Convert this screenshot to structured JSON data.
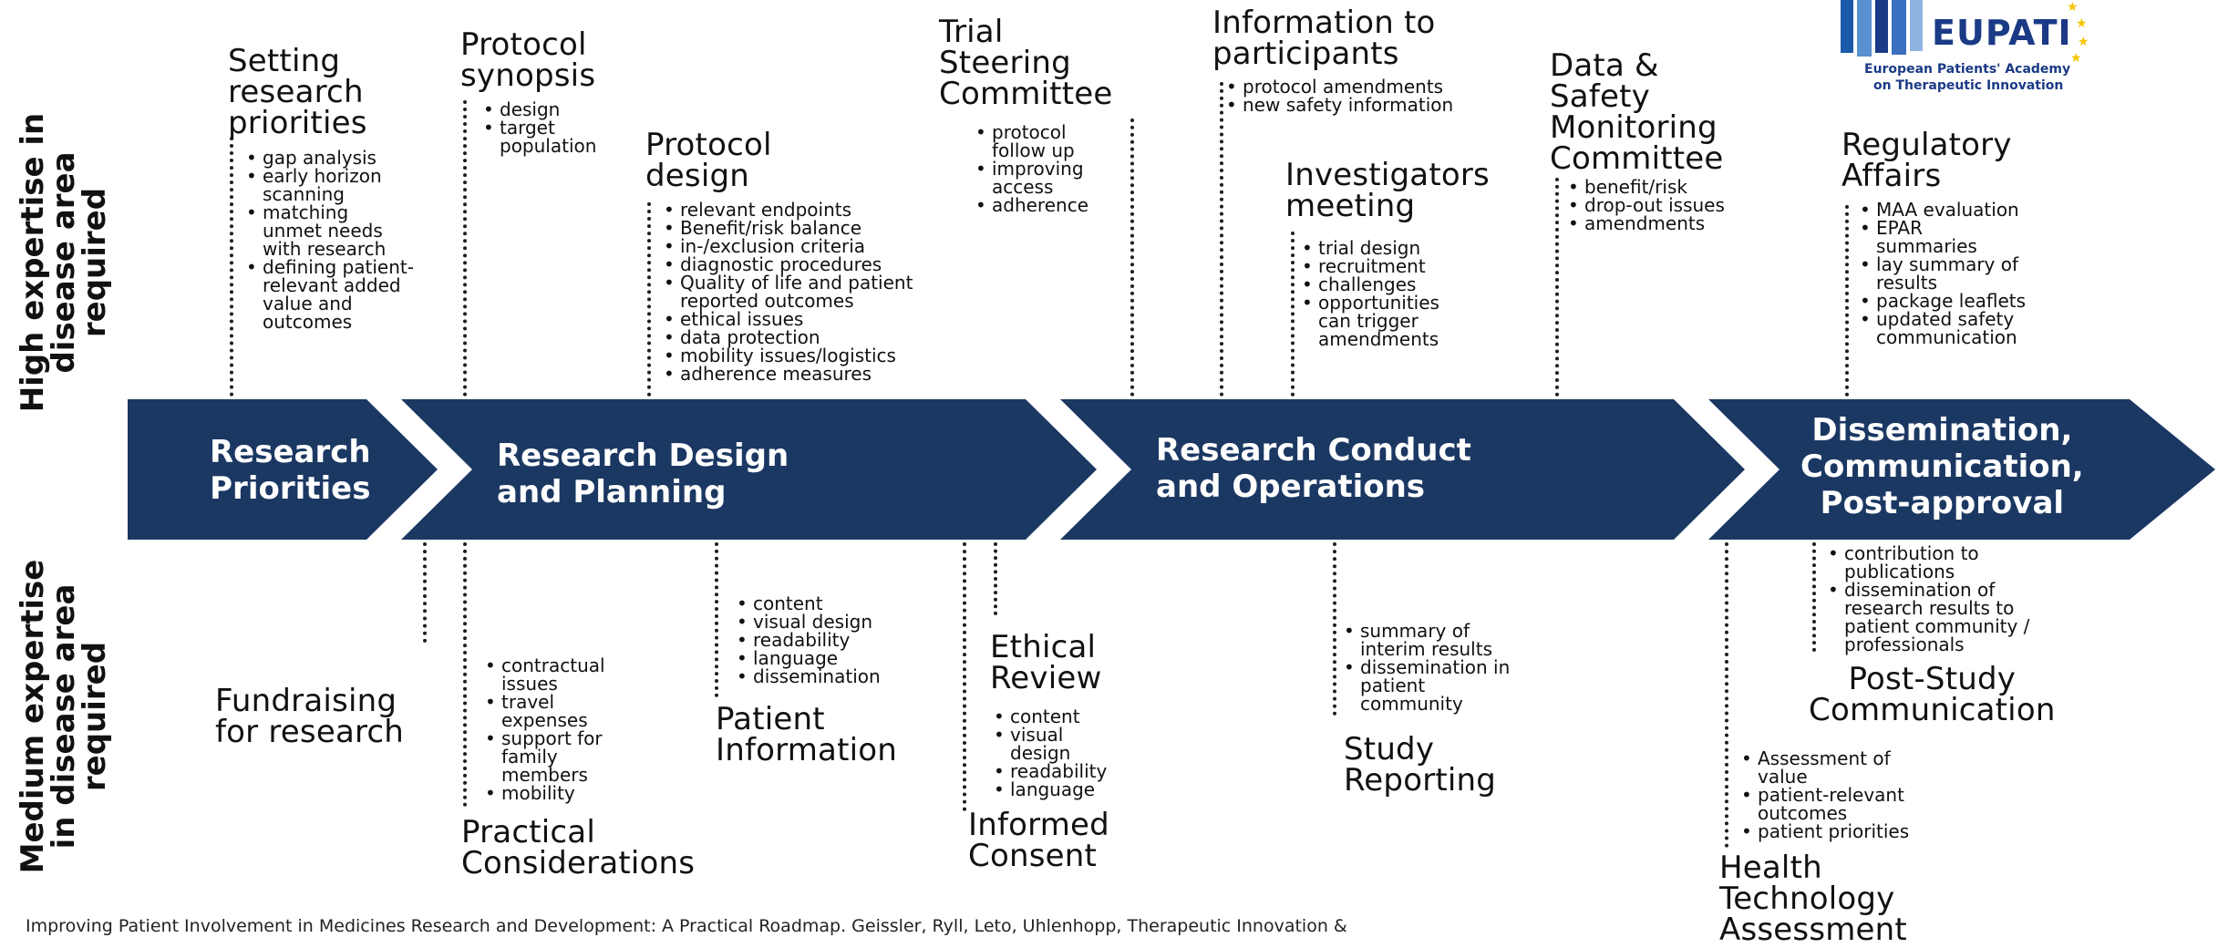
{
  "side_labels": {
    "high": [
      "High expertise in",
      "disease area",
      "required"
    ],
    "medium": [
      "Medium expertise",
      "in disease area",
      "required"
    ]
  },
  "stages": [
    {
      "lines": [
        "Research",
        "Priorities"
      ]
    },
    {
      "lines": [
        "Research Design",
        "and Planning"
      ]
    },
    {
      "lines": [
        "Research Conduct",
        "and Operations"
      ]
    },
    {
      "lines": [
        "Dissemination,",
        "Communication,",
        "Post-approval"
      ]
    }
  ],
  "top_items": {
    "setting_priorities": {
      "title": [
        "Setting",
        "research",
        "priorities"
      ],
      "bullets": [
        {
          "b": true,
          "t": "gap analysis"
        },
        {
          "b": true,
          "t": "early horizon"
        },
        {
          "b": false,
          "t": "scanning"
        },
        {
          "b": true,
          "t": "matching"
        },
        {
          "b": false,
          "t": "unmet needs"
        },
        {
          "b": false,
          "t": "with research"
        },
        {
          "b": true,
          "t": "defining patient-"
        },
        {
          "b": false,
          "t": "relevant added"
        },
        {
          "b": false,
          "t": "value and"
        },
        {
          "b": false,
          "t": "outcomes"
        }
      ]
    },
    "protocol_synopsis": {
      "title": [
        "Protocol",
        "synopsis"
      ],
      "bullets": [
        {
          "b": true,
          "t": "design"
        },
        {
          "b": true,
          "t": "target"
        },
        {
          "b": false,
          "t": "population"
        }
      ]
    },
    "protocol_design": {
      "title": [
        "Protocol",
        "design"
      ],
      "bullets": [
        {
          "b": true,
          "t": "relevant endpoints"
        },
        {
          "b": true,
          "t": "Benefit/risk  balance"
        },
        {
          "b": true,
          "t": "in-/exclusion  criteria"
        },
        {
          "b": true,
          "t": "diagnostic procedures"
        },
        {
          "b": true,
          "t": "Quality of life and patient"
        },
        {
          "b": false,
          "t": "reported outcomes"
        },
        {
          "b": true,
          "t": "ethical issues"
        },
        {
          "b": true,
          "t": "data protection"
        },
        {
          "b": true,
          "t": "mobility issues/logistics"
        },
        {
          "b": true,
          "t": "adherence  measures"
        }
      ]
    },
    "trial_steering": {
      "title": [
        "Trial",
        "Steering",
        "Committee"
      ],
      "bullets": [
        {
          "b": true,
          "t": "protocol"
        },
        {
          "b": false,
          "t": "follow up"
        },
        {
          "b": true,
          "t": "improving"
        },
        {
          "b": false,
          "t": "access"
        },
        {
          "b": true,
          "t": "adherence"
        }
      ]
    },
    "info_participants": {
      "title": [
        "Information to",
        "participants"
      ],
      "bullets": [
        {
          "b": true,
          "t": "protocol amendments"
        },
        {
          "b": true,
          "t": "new safety information"
        }
      ]
    },
    "investigators_meeting": {
      "title": [
        "Investigators",
        "meeting"
      ],
      "bullets": [
        {
          "b": true,
          "t": "trial design"
        },
        {
          "b": true,
          "t": "recruitment"
        },
        {
          "b": true,
          "t": "challenges"
        },
        {
          "b": true,
          "t": "opportunities"
        },
        {
          "b": false,
          "t": "can trigger"
        },
        {
          "b": false,
          "t": "amendments"
        }
      ]
    },
    "dsmc": {
      "title": [
        "Data &",
        "Safety",
        "Monitoring",
        "Committee"
      ],
      "bullets": [
        {
          "b": true,
          "t": "benefit/risk"
        },
        {
          "b": true,
          "t": "drop-out issues"
        },
        {
          "b": true,
          "t": "amendments"
        }
      ]
    },
    "regulatory": {
      "title": [
        "Regulatory",
        "Affairs"
      ],
      "bullets": [
        {
          "b": true,
          "t": "MAA evaluation"
        },
        {
          "b": true,
          "t": "EPAR"
        },
        {
          "b": false,
          "t": "summaries"
        },
        {
          "b": true,
          "t": "lay summary of"
        },
        {
          "b": false,
          "t": "results"
        },
        {
          "b": true,
          "t": "package leaflets"
        },
        {
          "b": true,
          "t": "updated safety"
        },
        {
          "b": false,
          "t": "communication"
        }
      ]
    }
  },
  "bottom_items": {
    "fundraising": {
      "title": [
        "Fundraising",
        "for research"
      ],
      "bullets": []
    },
    "practical": {
      "title": [
        "Practical",
        "Considerations"
      ],
      "bullets": [
        {
          "b": true,
          "t": "contractual"
        },
        {
          "b": false,
          "t": "issues"
        },
        {
          "b": true,
          "t": "travel"
        },
        {
          "b": false,
          "t": "expenses"
        },
        {
          "b": true,
          "t": "support for"
        },
        {
          "b": false,
          "t": "family"
        },
        {
          "b": false,
          "t": "members"
        },
        {
          "b": true,
          "t": "mobility"
        }
      ]
    },
    "patient_information": {
      "title": [
        "Patient",
        "Information"
      ],
      "bullets": [
        {
          "b": true,
          "t": "content"
        },
        {
          "b": true,
          "t": "visual design"
        },
        {
          "b": true,
          "t": "readability"
        },
        {
          "b": true,
          "t": "language"
        },
        {
          "b": true,
          "t": "dissemination"
        }
      ]
    },
    "ethical_review": {
      "title": [
        "Ethical",
        "Review"
      ],
      "bullets": [
        {
          "b": true,
          "t": "content"
        },
        {
          "b": true,
          "t": "visual"
        },
        {
          "b": false,
          "t": "design"
        },
        {
          "b": true,
          "t": "readability"
        },
        {
          "b": true,
          "t": "language"
        }
      ]
    },
    "informed_consent": {
      "title": [
        "Informed",
        "Consent"
      ],
      "bullets": []
    },
    "study_reporting": {
      "title": [
        "Study",
        "Reporting"
      ],
      "bullets": [
        {
          "b": true,
          "t": "summary of"
        },
        {
          "b": false,
          "t": "interim results"
        },
        {
          "b": true,
          "t": "dissemination in"
        },
        {
          "b": false,
          "t": "patient"
        },
        {
          "b": false,
          "t": "community"
        }
      ]
    },
    "post_study": {
      "title": [
        "Post-Study",
        "Communication"
      ],
      "bullets": [
        {
          "b": true,
          "t": "contribution to"
        },
        {
          "b": false,
          "t": "publications"
        },
        {
          "b": true,
          "t": "dissemination  of"
        },
        {
          "b": false,
          "t": "research results to"
        },
        {
          "b": false,
          "t": "patient community /"
        },
        {
          "b": false,
          "t": "professionals"
        }
      ]
    },
    "hta": {
      "title": [
        "Health",
        "Technology",
        "Assessment"
      ],
      "bullets": [
        {
          "b": true,
          "t": "Assessment of"
        },
        {
          "b": false,
          "t": "value"
        },
        {
          "b": true,
          "t": "patient-relevant"
        },
        {
          "b": false,
          "t": "outcomes"
        },
        {
          "b": true,
          "t": "patient priorities"
        }
      ]
    }
  },
  "logo": {
    "name": "EUPATI",
    "line1": "European Patients' Academy",
    "line2": "on Therapeutic Innovation",
    "star_color": "#f5c400",
    "brand_color": "#1b3a86"
  },
  "caption": "Improving Patient Involvement in Medicines Research and Development: A Practical Roadmap. Geissler, Ryll, Leto, Uhlenhopp, Therapeutic Innovation &",
  "colors": {
    "banner": "#1b3863",
    "text": "#111111"
  }
}
